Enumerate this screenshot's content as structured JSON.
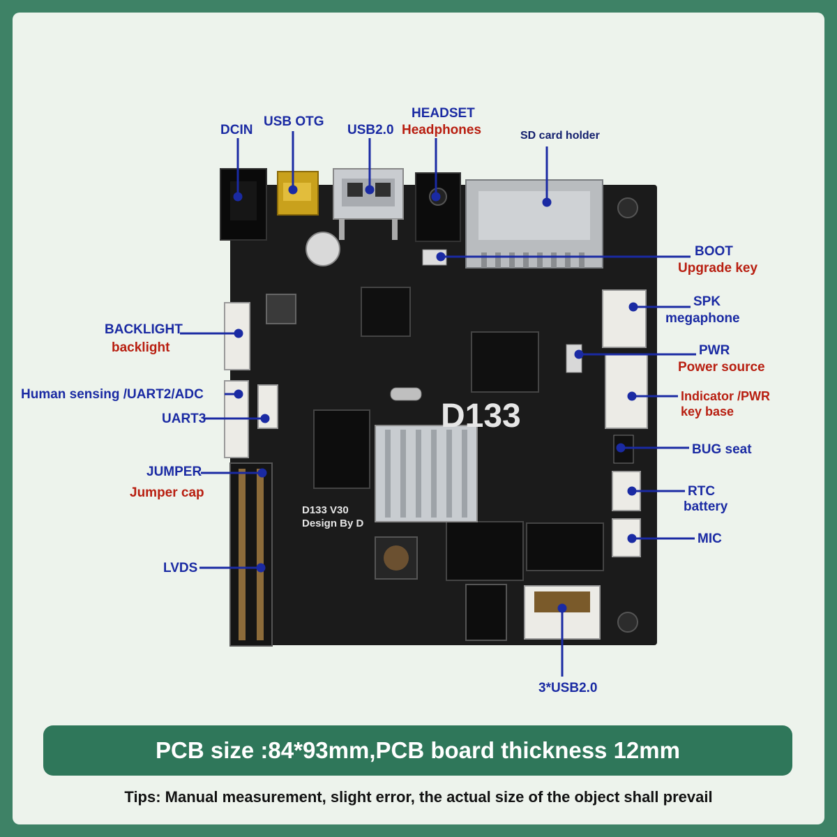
{
  "board": {
    "silkscreen_big": "D133",
    "silkscreen_model": "D133 V30",
    "silkscreen_design": "Design By D"
  },
  "labels": {
    "dcin": "DCIN",
    "usb_otg": "USB OTG",
    "usb2": "USB2.0",
    "headset": "HEADSET",
    "headphones": "Headphones",
    "sd_card": "SD card holder",
    "boot": "BOOT",
    "upgrade_key": "Upgrade key",
    "spk": "SPK",
    "megaphone": "megaphone",
    "pwr": "PWR",
    "power_source": "Power source",
    "indicator_line1": "Indicator /PWR",
    "indicator_line2": "key base",
    "bug_seat": "BUG seat",
    "rtc": "RTC",
    "battery": "battery",
    "mic": "MIC",
    "backlight_en": "BACKLIGHT",
    "backlight_lc": "backlight",
    "human_sensing": "Human sensing /UART2/ADC",
    "uart3": "UART3",
    "jumper": "JUMPER",
    "jumper_cap": "Jumper cap",
    "lvds": "LVDS",
    "usb_3x": "3*USB2.0"
  },
  "footer": {
    "size_banner": "PCB size :84*93mm,PCB board thickness 12mm",
    "tips": "Tips: Manual measurement, slight error, the actual size of the object shall prevail"
  },
  "colors": {
    "frame": "#3e8266",
    "panel": "#edf3ec",
    "board": "#1b1b1b",
    "label_blue": "#1a2aa3",
    "label_red": "#b81e10",
    "banner": "#2f775a"
  }
}
